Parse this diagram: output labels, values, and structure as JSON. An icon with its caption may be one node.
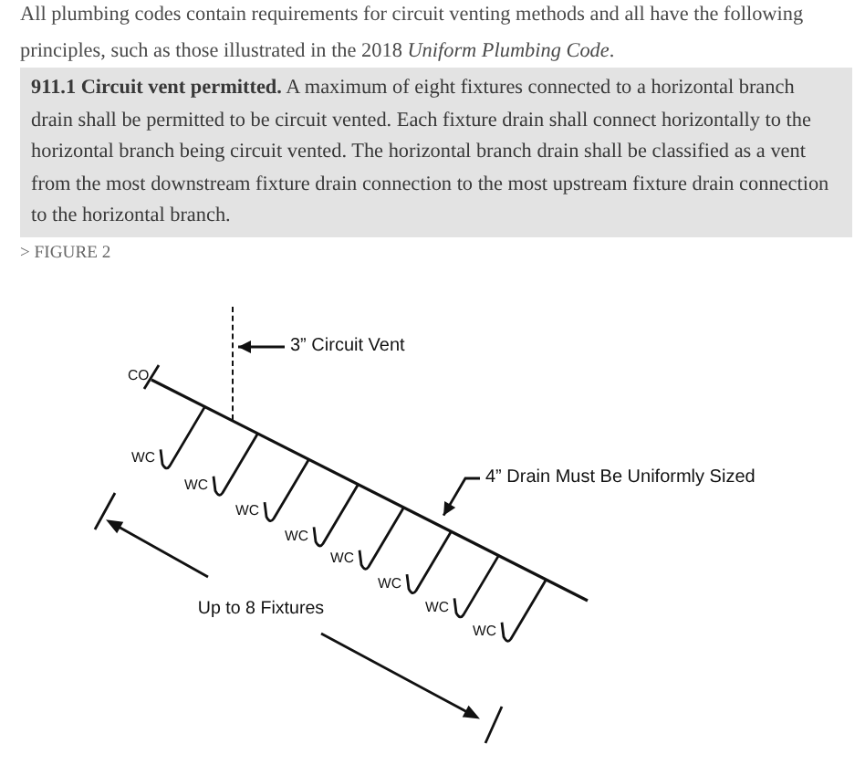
{
  "diagram": {
    "nodes": [
      {
        "text": [
          "**911.1 Circuit vent permitted.** A maximum of eight fixtures connected to a horizontal branch drain shall be permitted to be circuit vented. Each fixture drain shall connect horizontally to the horizontal branch being circuit vented. The horizontal branch drain shall be classified as a vent from the most downstream fixture drain connection to the most upstream fixture drain connection to the horizontal branch."
        ]
      },
      {
        "text": [
          "3” Circuit Vent"
        ]
      },
      {
        "text": [],
        "shape": "line"
      },
      {
        "text": [
          "4” Drain Must Be Uniformly Sized"
        ]
      }
    ],
    "edges": [
      {
        "from": 1,
        "to": 2,
        "arrow": "to"
      },
      {
        "from": 3,
        "to": null,
        "arrow": "to"
      }
    ],
    "labels": [
      "All plumbing codes contain requirements for circuit venting methods and all have the following principles, such as those illustrated in the 2018 *Uniform Plumbing Code*.",
      "> FIGURE 2",
      "CO",
      "WC",
      "WC",
      "WC",
      "WC",
      "WC",
      "WC",
      "WC",
      "WC",
      "Up to 8 Fixtures"
    ]
  }
}
